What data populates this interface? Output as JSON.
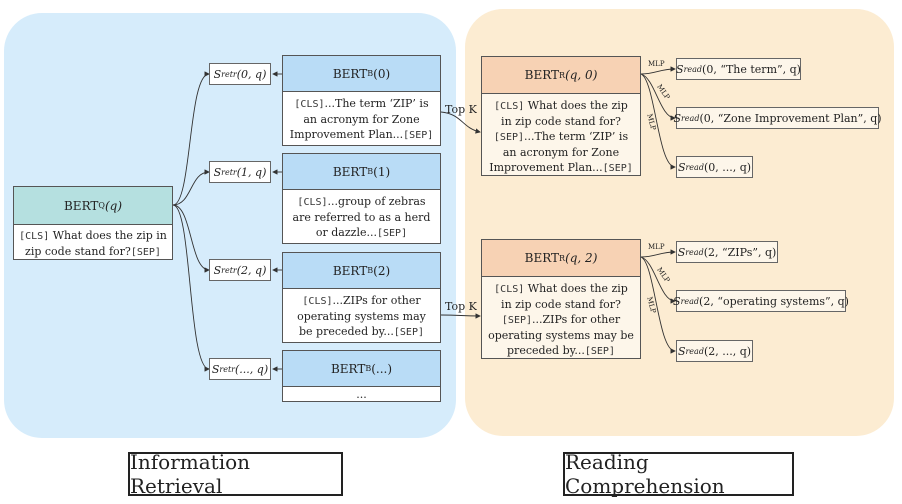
{
  "query_encoder": {
    "title_main": "BERT",
    "title_sub": "Q",
    "title_arg": "(q)",
    "cls": "[CLS]",
    "text": "What does the zip in zip code stand for?",
    "sep": "[SEP]"
  },
  "retrieval_scores": [
    {
      "prefix": "S",
      "sub": "retr",
      "args": "(0, q)"
    },
    {
      "prefix": "S",
      "sub": "retr",
      "args": "(1, q)"
    },
    {
      "prefix": "S",
      "sub": "retr",
      "args": "(2, q)"
    },
    {
      "prefix": "S",
      "sub": "retr",
      "args": "(..., q)"
    }
  ],
  "passage_encoders": [
    {
      "title_main": "BERT",
      "title_sub": "B",
      "title_arg": "(0)",
      "cls": "[CLS]",
      "text": "...The term ‘ZIP’ is an acronym for Zone Improvement Plan...",
      "sep": "[SEP]"
    },
    {
      "title_main": "BERT",
      "title_sub": "B",
      "title_arg": "(1)",
      "cls": "[CLS]",
      "text": "...group of zebras are referred to as a herd or dazzle...",
      "sep": "[SEP]"
    },
    {
      "title_main": "BERT",
      "title_sub": "B",
      "title_arg": "(2)",
      "cls": "[CLS]",
      "text": "...ZIPs for other operating systems may be preceded by...",
      "sep": "[SEP]"
    },
    {
      "title_main": "BERT",
      "title_sub": "B",
      "title_arg": "(...)",
      "ellipsis": "..."
    }
  ],
  "top_k_label": "Top K",
  "readers": [
    {
      "title_main": "BERT",
      "title_sub": "R",
      "title_arg": "(q, 0)",
      "cls": "[CLS]",
      "q_text": "What does the zip in zip code stand for?",
      "sep": "[SEP]",
      "p_text": "...The term ‘ZIP’ is an acronym for Zone Improvement Plan...",
      "sep2": "[SEP]"
    },
    {
      "title_main": "BERT",
      "title_sub": "R",
      "title_arg": "(q, 2)",
      "cls": "[CLS]",
      "q_text": "What does the zip in zip code stand for?",
      "sep": "[SEP]",
      "p_text": "...ZIPs for other operating systems may be preceded by...",
      "sep2": "[SEP]"
    }
  ],
  "mlp_label": "MLP",
  "read_scores": [
    {
      "prefix": "S",
      "sub": "read",
      "args": "(0, “The term”, q)"
    },
    {
      "prefix": "S",
      "sub": "read",
      "args": "(0, “Zone Improvement Plan”, q)"
    },
    {
      "prefix": "S",
      "sub": "read",
      "args": "(0, ..., q)"
    },
    {
      "prefix": "S",
      "sub": "read",
      "args": "(2, “ZIPs”, q)"
    },
    {
      "prefix": "S",
      "sub": "read",
      "args": "(2, “operating systems”, q)"
    },
    {
      "prefix": "S",
      "sub": "read",
      "args": "(2, ..., q)"
    }
  ],
  "captions": {
    "left": "Information Retrieval",
    "right": "Reading Comprehension"
  }
}
